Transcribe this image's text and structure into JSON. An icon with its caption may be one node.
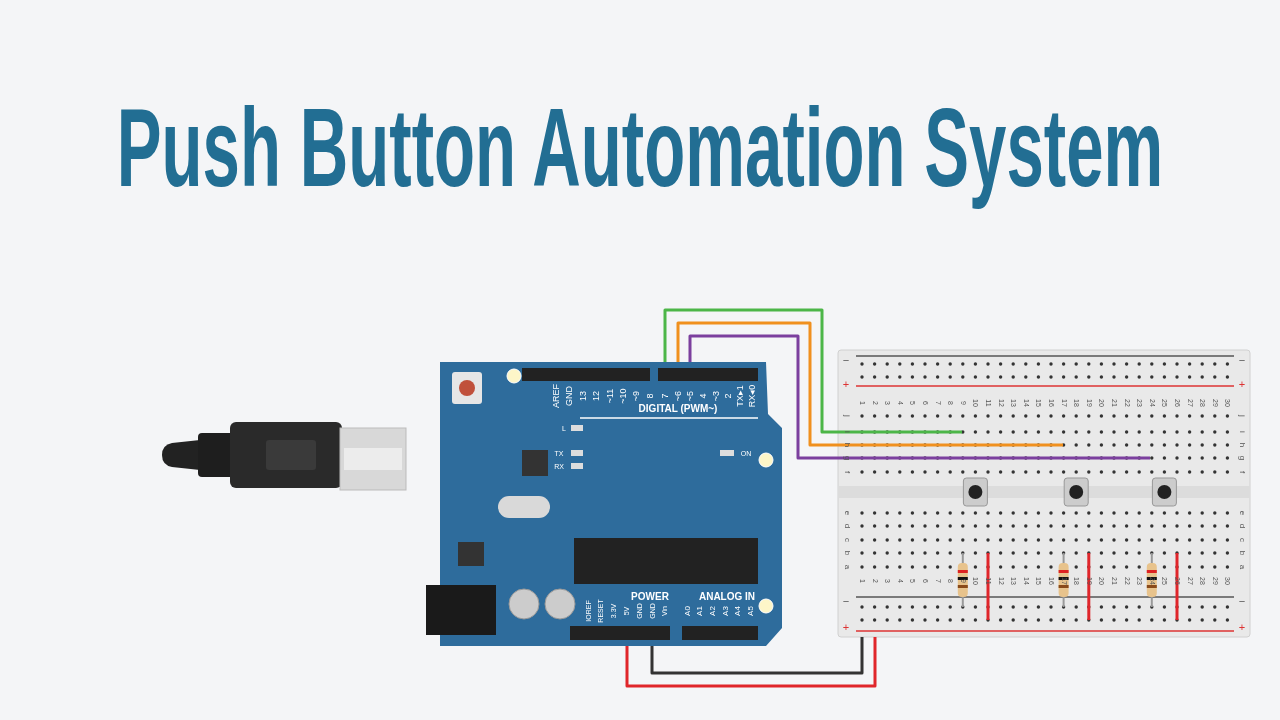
{
  "diagram": {
    "title": "Push Button Automation System",
    "nodes": [
      {
        "text": [],
        "shape": "picture"
      },
      {
        "text": [],
        "shape": "picture"
      },
      {
        "text": [],
        "shape": "picture"
      }
    ],
    "edges": [
      {
        "from": 1,
        "to": 2,
        "arrow": "none",
        "color": "#4cb648"
      },
      {
        "from": 1,
        "to": 2,
        "arrow": "none",
        "color": "#f0901e"
      },
      {
        "from": 1,
        "to": 2,
        "arrow": "none",
        "color": "#7b3f9e"
      },
      {
        "from": 1,
        "to": 2,
        "arrow": "none",
        "color": "#e0262b"
      },
      {
        "from": 1,
        "to": 2,
        "arrow": "none",
        "color": "#333333"
      }
    ],
    "labels": [
      "AREF",
      "GND",
      "13",
      "12",
      "~11",
      "~10",
      "~9",
      "8",
      "7",
      "~6",
      "~5",
      "4",
      "~3",
      "2",
      "TX▸1",
      "RX◂0",
      "DIGITAL (PWM~)",
      "L",
      "TX",
      "RX",
      "ON",
      "IOREF",
      "RESET",
      "3.3V",
      "5V",
      "GND",
      "GND",
      "Vin",
      "POWER",
      "ANALOG IN",
      "A0",
      "A1",
      "A2",
      "A3",
      "A4",
      "A5",
      "−",
      "−",
      "+",
      "+",
      "1",
      "2",
      "3",
      "4",
      "5",
      "6",
      "7",
      "8",
      "9",
      "10",
      "11",
      "12",
      "13",
      "14",
      "15",
      "16",
      "17",
      "18",
      "19",
      "20",
      "21",
      "22",
      "23",
      "24",
      "25",
      "26",
      "27",
      "28",
      "29",
      "30",
      "j",
      "j",
      "i",
      "i",
      "h",
      "h",
      "g",
      "g",
      "f",
      "f",
      "e",
      "e",
      "d",
      "d",
      "c",
      "c",
      "b",
      "b",
      "a",
      "a",
      "1",
      "2",
      "3",
      "4",
      "5",
      "6",
      "7",
      "8",
      "9",
      "10",
      "11",
      "12",
      "13",
      "14",
      "15",
      "16",
      "17",
      "18",
      "19",
      "20",
      "21",
      "22",
      "23",
      "24",
      "25",
      "26",
      "27",
      "28",
      "29",
      "30",
      "−",
      "−",
      "+",
      "+"
    ]
  }
}
